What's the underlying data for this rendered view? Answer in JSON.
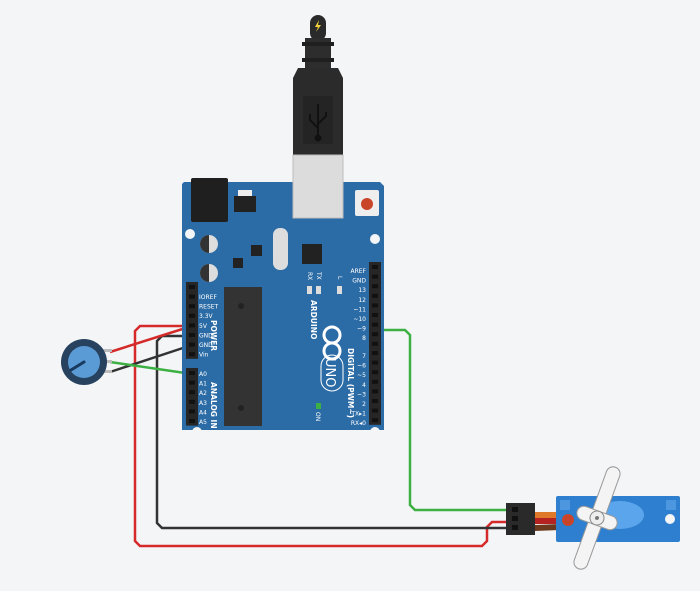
{
  "board": {
    "brand": "ARDUINO",
    "model": "UNO",
    "on_label": "ON",
    "power_label": "POWER",
    "analog_label": "ANALOG IN",
    "digital_label": "DIGITAL (PWM~)",
    "led_labels": [
      "RX",
      "TX",
      "L"
    ],
    "power_pins": [
      "IOREF",
      "RESET",
      "3.3V",
      "5V",
      "GND",
      "GND",
      "Vin"
    ],
    "analog_pins": [
      "A0",
      "A1",
      "A2",
      "A3",
      "A4",
      "A5"
    ],
    "digital_pins_top": [
      "AREF",
      "GND",
      "13",
      "12",
      "~11",
      "~10",
      "~9",
      "8"
    ],
    "digital_pins_bottom": [
      "7",
      "~6",
      "~5",
      "4",
      "~3",
      "2",
      "TX▸1",
      "RX◂0"
    ]
  },
  "colors": {
    "background": "#f4f5f7",
    "board": "#2c6ca6",
    "wire_red": "#d42a2a",
    "wire_black": "#333333",
    "wire_green": "#3cb043",
    "servo": "#2f7fd0",
    "pot": "#2d5a8a"
  },
  "icons": {
    "usb": "usb-icon",
    "power_bolt": "lightning-icon"
  }
}
